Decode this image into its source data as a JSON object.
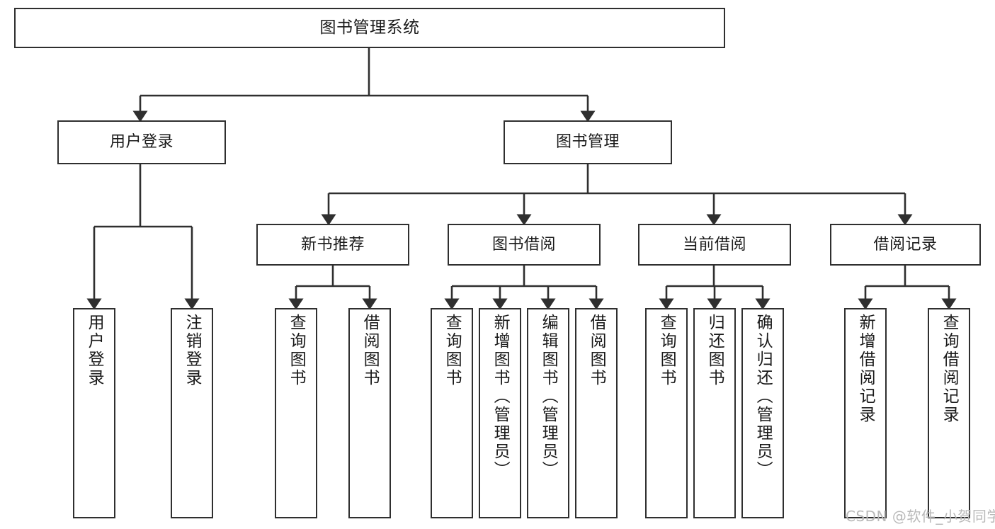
{
  "diagram": {
    "title": "图书管理系统",
    "type": "tree",
    "root": {
      "label": "图书管理系统"
    },
    "level2": [
      {
        "id": "user-login",
        "label": "用户登录"
      },
      {
        "id": "book-management",
        "label": "图书管理"
      }
    ],
    "level3": [
      {
        "id": "new-book-recommend",
        "label": "新书推荐",
        "parent": "book-management"
      },
      {
        "id": "book-borrow",
        "label": "图书借阅",
        "parent": "book-management"
      },
      {
        "id": "current-borrow",
        "label": "当前借阅",
        "parent": "book-management"
      },
      {
        "id": "borrow-record",
        "label": "借阅记录",
        "parent": "book-management"
      }
    ],
    "leaves": [
      {
        "id": "leaf-user-login",
        "label": "用户登录",
        "parent": "user-login"
      },
      {
        "id": "leaf-logout-login",
        "label": "注销登录",
        "parent": "user-login"
      },
      {
        "id": "leaf-query-book-1",
        "label": "查询图书",
        "parent": "new-book-recommend"
      },
      {
        "id": "leaf-borrow-book-1",
        "label": "借阅图书",
        "parent": "new-book-recommend"
      },
      {
        "id": "leaf-query-book-2",
        "label": "查询图书",
        "parent": "book-borrow"
      },
      {
        "id": "leaf-add-book",
        "label": "新增图书（管理员）",
        "parent": "book-borrow"
      },
      {
        "id": "leaf-edit-book",
        "label": "编辑图书（管理员）",
        "parent": "book-borrow"
      },
      {
        "id": "leaf-borrow-book-2",
        "label": "借阅图书",
        "parent": "book-borrow"
      },
      {
        "id": "leaf-query-book-3",
        "label": "查询图书",
        "parent": "current-borrow"
      },
      {
        "id": "leaf-return-book",
        "label": "归还图书",
        "parent": "current-borrow"
      },
      {
        "id": "leaf-confirm-return",
        "label": "确认归还（管理员）",
        "parent": "current-borrow"
      },
      {
        "id": "leaf-add-record",
        "label": "新增借阅记录",
        "parent": "borrow-record"
      },
      {
        "id": "leaf-query-record",
        "label": "查询借阅记录",
        "parent": "borrow-record"
      }
    ]
  },
  "watermark": {
    "text": "CSDN @软件_小贺同学"
  },
  "colors": {
    "stroke": "#2f2f2f",
    "fill": "#ffffff",
    "text": "#1a1a1a",
    "watermark": "#b9b9b9"
  }
}
